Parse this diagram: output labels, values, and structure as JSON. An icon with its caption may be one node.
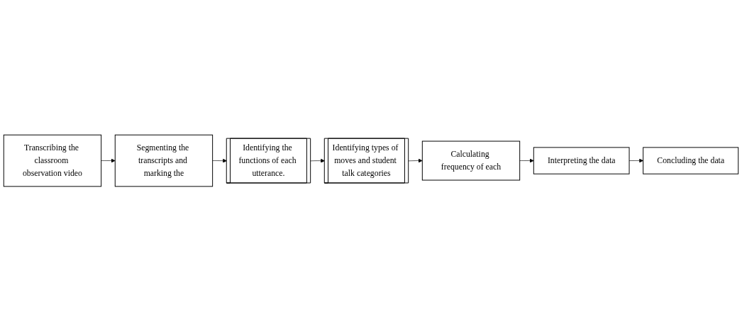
{
  "diagram": {
    "nodes": [
      {
        "text": [
          "Transcribing the classroom observation video"
        ]
      },
      {
        "text": [
          "Segmenting the transcripts and marking the"
        ]
      },
      {
        "text": [
          "Identifying the functions of each utterance."
        ]
      },
      {
        "text": [
          "Identifying types of moves and student talk categories"
        ]
      },
      {
        "text": [
          "Calculating frequency of each"
        ]
      },
      {
        "text": [
          "Interpreting the data"
        ]
      },
      {
        "text": [
          "Concluding the data"
        ]
      }
    ],
    "edges": [
      {
        "from": 0,
        "to": 1,
        "arrow": "to"
      },
      {
        "from": 1,
        "to": 2,
        "arrow": "to"
      },
      {
        "from": 2,
        "to": 3,
        "arrow": "to"
      },
      {
        "from": 3,
        "to": 4,
        "arrow": "to"
      },
      {
        "from": 4,
        "to": 5,
        "arrow": "to"
      },
      {
        "from": 5,
        "to": 6,
        "arrow": "to"
      }
    ]
  }
}
